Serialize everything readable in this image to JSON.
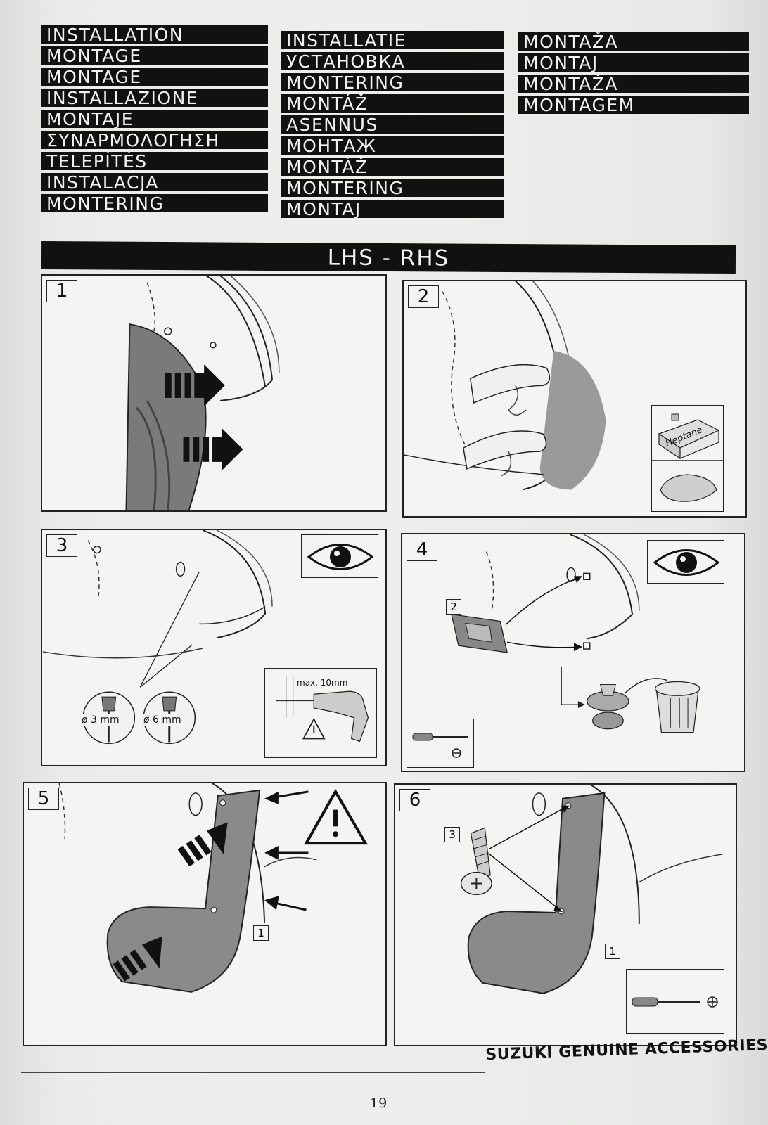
{
  "headings": {
    "col1": [
      "INSTALLATION",
      "MONTAGE",
      "MONTAGE",
      "INSTALLAZIONE",
      "MONTAJE",
      "ΣΥΝΑΡΜΟΛΟΓΗΣΗ",
      "TELEPÍTÉS",
      "INSTALACJA",
      "MONTERING"
    ],
    "col2": [
      "INSTALLATIE",
      "УСТАНОВКА",
      "MONTERING",
      "MONTÁŽ",
      "ASENNUS",
      "МОНТАЖ",
      "MONTÁŽ",
      "MONTERING",
      "MONTAJ"
    ],
    "col3": [
      "MONTAŽA",
      "MONTAJ",
      "MONTAŽA",
      "MONTAGEM"
    ]
  },
  "banner": "LHS - RHS",
  "steps": [
    {
      "number": "1"
    },
    {
      "number": "2",
      "label": "Heptane"
    },
    {
      "number": "3",
      "drill_small": "ø 3 mm",
      "drill_large": "ø 6 mm",
      "max_depth": "max. 10mm"
    },
    {
      "number": "4",
      "part": "2"
    },
    {
      "number": "5",
      "part": "1"
    },
    {
      "number": "6",
      "screw_part": "3",
      "part": "1"
    }
  ],
  "footer": "SUZUKI GENUINE ACCESSORIES",
  "page_number": "19"
}
